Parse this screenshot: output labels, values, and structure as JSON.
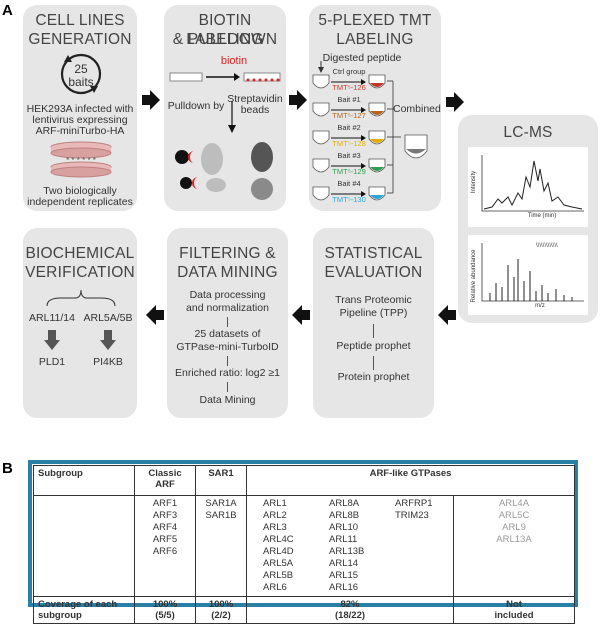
{
  "panel_a": "A",
  "panel_b": "B",
  "box1": {
    "title_1": "CELL LINES",
    "title_2": "GENERATION",
    "baits_num": "25",
    "baits_word": "baits",
    "infect_1": "HEK293A infected with",
    "infect_2": "lentivirus expressing",
    "infect_3": "ARF-miniTurbo-HA",
    "rep_1": "Two biologically",
    "rep_2": "independent replicates"
  },
  "box2": {
    "title_1": "BIOTIN LABELING",
    "title_2": "& PULLDOWN",
    "biotin": "biotin",
    "pulldown": "Pulldown by",
    "strep_1": "Streptavidin",
    "strep_2": "beads"
  },
  "box3": {
    "title_1": "5-PLEXED TMT",
    "title_2": "LABELING",
    "digested": "Digested peptide",
    "rows": [
      {
        "label": "Ctrl group",
        "tmt": "TMT⁵-126",
        "color": "#c0392b"
      },
      {
        "label": "Bait #1",
        "tmt": "TMT⁵-127",
        "color": "#b5651d"
      },
      {
        "label": "Bait #2",
        "tmt": "TMT⁵-128",
        "color": "#e0b000"
      },
      {
        "label": "Bait #3",
        "tmt": "TMT⁵-129",
        "color": "#2e9e4f"
      },
      {
        "label": "Bait #4",
        "tmt": "TMT⁵-130",
        "color": "#2aa7d8"
      }
    ],
    "combined": "Combined"
  },
  "box4": {
    "title": "LC-MS",
    "y1": "Intensity",
    "x1": "Time (min)",
    "y2": "Relative abundance",
    "x2": "m/z"
  },
  "box5": {
    "title_1": "STATISTICAL",
    "title_2": "EVALUATION",
    "l1": "Trans Proteomic",
    "l2": "Pipeline (TPP)",
    "l3": "Peptide prophet",
    "l4": "Protein prophet"
  },
  "box6": {
    "title_1": "FILTERING &",
    "title_2": "DATA MINING",
    "l1": "Data processing",
    "l2": "and normalization",
    "l3": "25 datasets  of",
    "l4": "GTPase-mini-TurboID",
    "l5": "Enriched ratio: log2 ≥1",
    "l6": "Data Mining"
  },
  "box7": {
    "title_1": "BIOCHEMICAL",
    "title_2": "VERIFICATION",
    "left": "ARL11/14",
    "right": "ARL5A/5B",
    "left_target": "PLD1",
    "right_target": "PI4KB"
  },
  "table": {
    "h_subgroup": "Subgroup",
    "h_classic_1": "Classic",
    "h_classic_2": "ARF",
    "h_sar": "SAR1",
    "h_arl": "ARF-like GTPases",
    "classic": [
      "ARF1",
      "ARF3",
      "ARF4",
      "ARF5",
      "ARF6"
    ],
    "sar": [
      "SAR1A",
      "SAR1B"
    ],
    "arl_a": [
      "ARL1",
      "ARL2",
      "ARL3",
      "ARL4C",
      "ARL4D",
      "ARL5A",
      "ARL5B",
      "ARL6"
    ],
    "arl_b": [
      "ARL8A",
      "ARL8B",
      "ARL10",
      "ARL11",
      "ARL13B",
      "ARL14",
      "ARL15",
      "ARL16"
    ],
    "arl_c": [
      "ARFRP1",
      "TRIM23"
    ],
    "arl_d": [
      "ARL4A",
      "ARL5C",
      "ARL9",
      "ARL13A"
    ],
    "cov_label_1": "Coverage of each",
    "cov_label_2": "subgroup",
    "cov_classic_1": "100%",
    "cov_classic_2": "(5/5)",
    "cov_sar_1": "100%",
    "cov_sar_2": "(2/2)",
    "cov_arl_1": "82%",
    "cov_arl_2": "(18/22)",
    "cov_not_1": "Not",
    "cov_not_2": "included"
  }
}
